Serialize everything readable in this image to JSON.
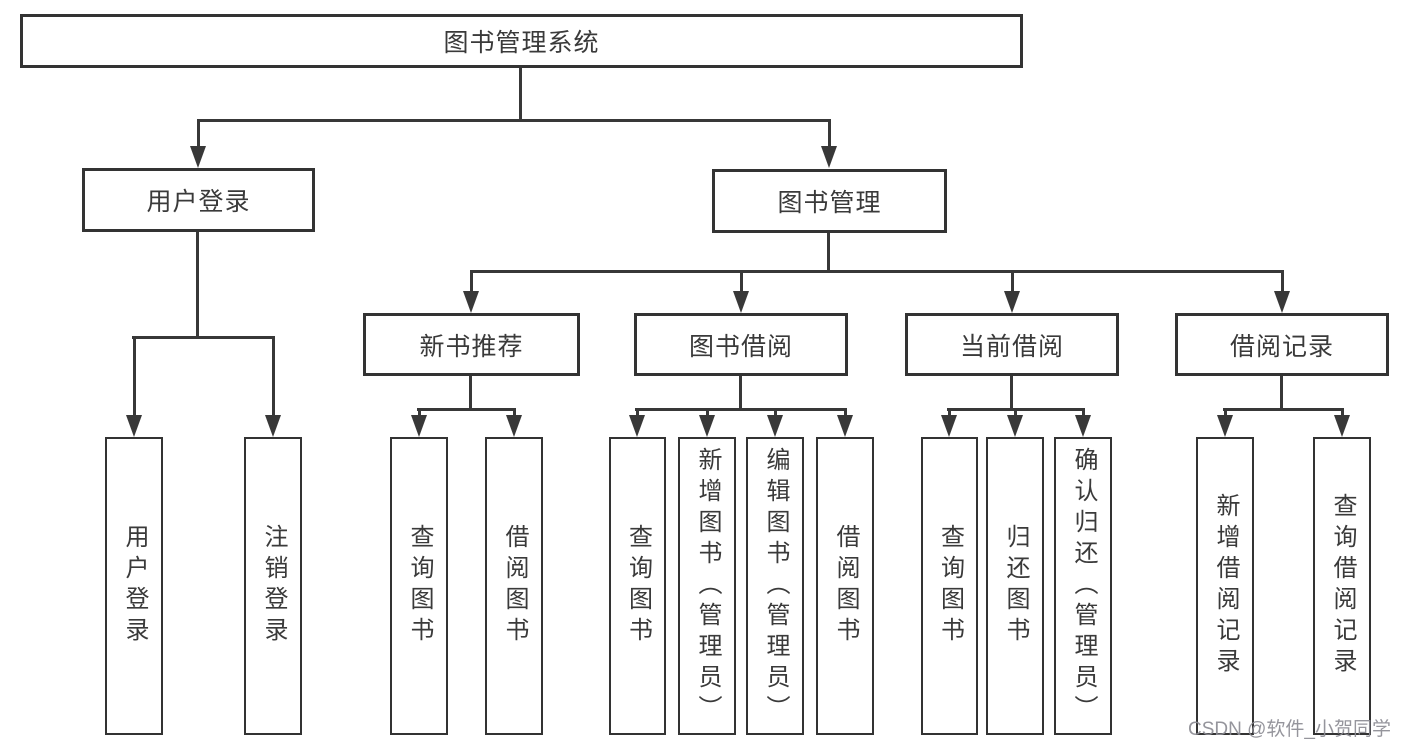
{
  "tree": {
    "label": "图书管理系统",
    "children": [
      {
        "label": "用户登录",
        "children": [
          {
            "label": "用户登录"
          },
          {
            "label": "注销登录"
          }
        ]
      },
      {
        "label": "图书管理",
        "children": [
          {
            "label": "新书推荐",
            "children": [
              {
                "label": "查询图书"
              },
              {
                "label": "借阅图书"
              }
            ]
          },
          {
            "label": "图书借阅",
            "children": [
              {
                "label": "查询图书"
              },
              {
                "label": "新增图书（管理员）"
              },
              {
                "label": "编辑图书（管理员）"
              },
              {
                "label": "借阅图书"
              }
            ]
          },
          {
            "label": "当前借阅",
            "children": [
              {
                "label": "查询图书"
              },
              {
                "label": "归还图书"
              },
              {
                "label": "确认归还（管理员）"
              }
            ]
          },
          {
            "label": "借阅记录",
            "children": [
              {
                "label": "新增借阅记录"
              },
              {
                "label": "查询借阅记录"
              }
            ]
          }
        ]
      }
    ]
  },
  "watermark": {
    "text": "CSDN @软件_小贺同学"
  },
  "colors": {
    "line": "#383838",
    "box_border": "#333333",
    "box_fill": "#ffffff",
    "text": "#3a3a3a",
    "background": "#ffffff",
    "watermark": "#8c8c94"
  }
}
